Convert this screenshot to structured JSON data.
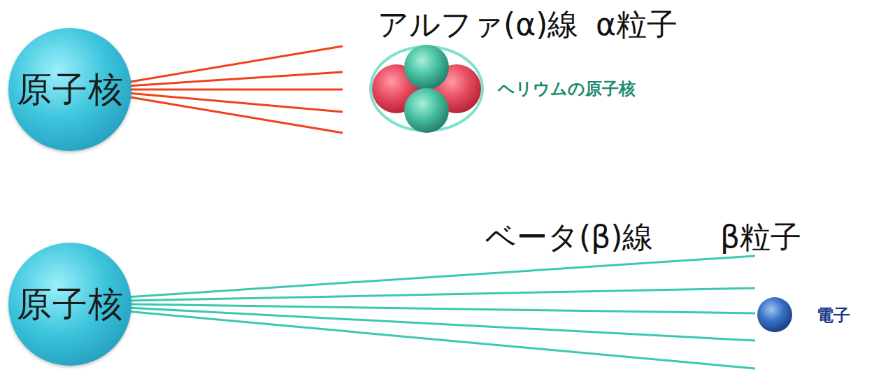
{
  "diagram": {
    "nodes": [
      {
        "text": [
          "原子核"
        ]
      },
      {
        "text": [
          "原子核"
        ]
      }
    ],
    "labels": [
      "アルファ(α)線",
      "α粒子",
      "ヘリウムの原子核",
      "ベータ(β)線",
      "β粒子",
      "電子"
    ]
  }
}
